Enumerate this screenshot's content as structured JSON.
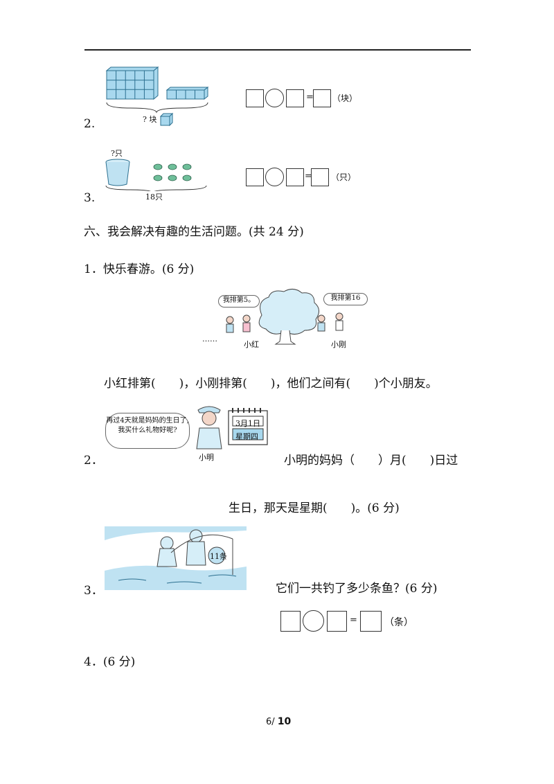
{
  "q5": {
    "item2": {
      "number": "2.",
      "label": "? 块",
      "unit": "（块）",
      "equals": "="
    },
    "item3": {
      "number": "3.",
      "top_label": "?只",
      "bottom_label": "18只",
      "unit": "（只）",
      "equals": "="
    }
  },
  "section6": {
    "heading": "六、我会解决有趣的生活问题。(共 24 分)",
    "q1": {
      "title": "1．快乐春游。(6 分)",
      "bubble_left": "我排第5。",
      "bubble_right": "我排第16",
      "dots": "……",
      "name_left": "小红",
      "name_right": "小刚",
      "sentence": "小红排第(　　)，小刚排第(　　)，他们之间有(　　)个小朋友。"
    },
    "q2": {
      "number": "2．",
      "bubble": "再过4天就是妈妈的生日了,我买什么礼物好呢?",
      "calendar_date": "3月1日",
      "calendar_weekday": "星期四",
      "name": "小明",
      "line1": "小明的妈妈（　　）月(　　)日过",
      "line2": "生日，那天是星期(　　)。(6 分)"
    },
    "q3": {
      "number": "3．",
      "basket_label": "11条",
      "question": "它们一共钓了多少条鱼？(6 分)",
      "equals": "=",
      "unit": "（条）"
    },
    "q4": {
      "title": "4．(6 分)"
    }
  },
  "footer": {
    "page": "6",
    "sep": "/ ",
    "total": "10"
  },
  "colors": {
    "cube_fill": "#a8d8ee",
    "cube_stroke": "#2b6f8f",
    "water": "#bfe2f2",
    "line": "#222222"
  }
}
